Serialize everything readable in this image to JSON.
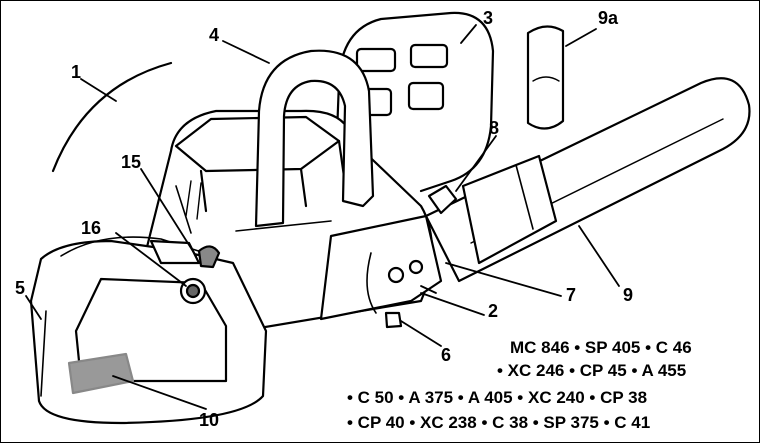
{
  "callouts": {
    "c1": "1",
    "c2": "2",
    "c3": "3",
    "c4": "4",
    "c5": "5",
    "c6": "6",
    "c7": "7",
    "c8": "8",
    "c9": "9",
    "c9a": "9a",
    "c10": "10",
    "c15": "15",
    "c16": "16"
  },
  "models": {
    "line1": "MC 846  • SP 405 • C 46",
    "line2": "• XC 246 • CP 45 • A 455",
    "line3": "• C 50 • A 375 • A 405 • XC 240 • CP 38",
    "line4": "• CP 40 • XC 238 • C 38 • SP 375 • C 41"
  }
}
